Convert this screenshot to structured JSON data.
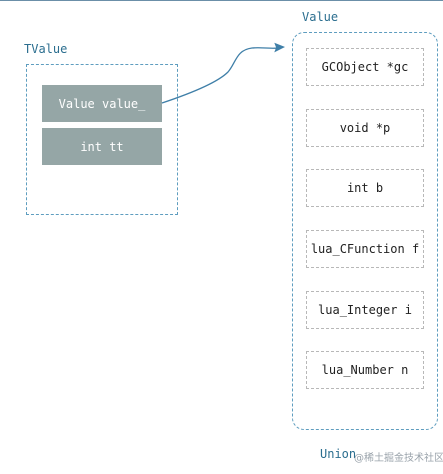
{
  "labels": {
    "tvalue": "TValue",
    "value": "Value",
    "union": "Union"
  },
  "tvalue_fields": [
    "Value value_",
    "int tt"
  ],
  "union_members": [
    "GCObject *gc",
    "void *p",
    "int b",
    "lua_CFunction f",
    "lua_Integer i",
    "lua_Number n"
  ],
  "watermark": "@稀土掘金技术社区",
  "colors": {
    "box_border": "#5e9dbf",
    "label_text": "#2b6e8f",
    "field_fill": "#95a6a6",
    "field_text": "#ffffff",
    "member_border": "#b8b8b8",
    "arrow": "#3f7fa8"
  }
}
